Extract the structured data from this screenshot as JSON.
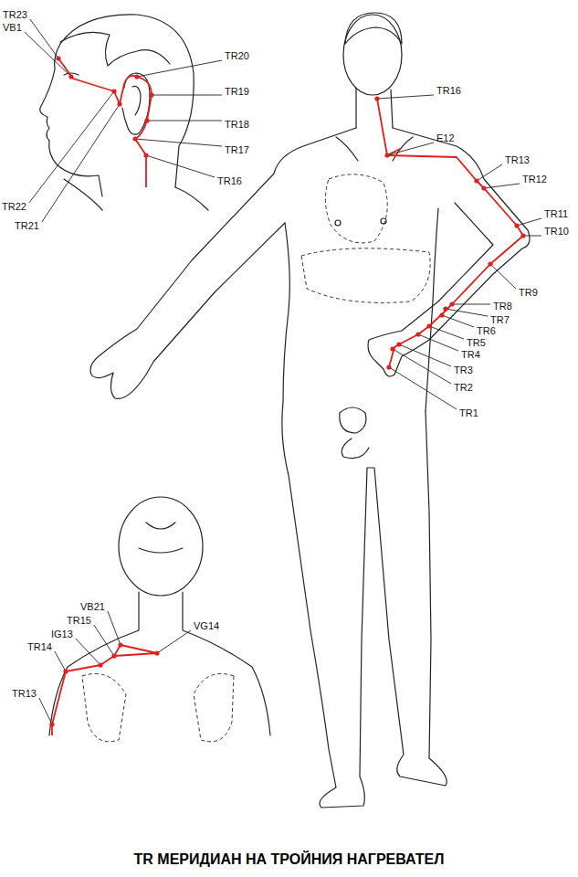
{
  "diagram": {
    "title": "TR МЕРИДИАН НА ТРОЙНИЯ НАГРЕВАТЕЛ",
    "labels": [
      "TR23",
      "VB1",
      "TR20",
      "TR19",
      "TR18",
      "TR17",
      "TR16",
      "TR22",
      "TR21",
      "TR16",
      "E12",
      "TR13",
      "TR12",
      "TR11",
      "TR10",
      "TR9",
      "TR8",
      "TR7",
      "TR6",
      "TR5",
      "TR4",
      "TR3",
      "TR2",
      "TR1",
      "VB21",
      "TR15",
      "IG13",
      "TR14",
      "TR13",
      "VG14"
    ]
  }
}
